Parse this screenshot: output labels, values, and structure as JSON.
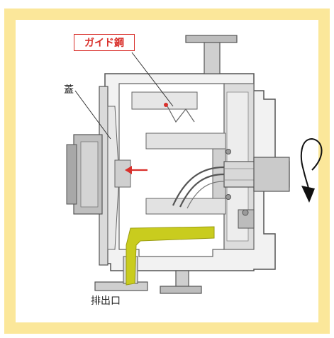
{
  "labels": {
    "guide_plate": "ガイド鋼",
    "lid": "蓋",
    "outlet": "排出口"
  },
  "colors": {
    "frame": "#fbe79a",
    "guide_highlight": "#d9302b",
    "product_deposit": "#c9cc1e",
    "steel_light": "#e6e6e6",
    "steel_mid": "#bdbdbd",
    "steel_dark": "#8f8f8f"
  },
  "icons": {
    "rotation": "rotation-arrow-icon",
    "flow": "red-arrow-icon"
  }
}
